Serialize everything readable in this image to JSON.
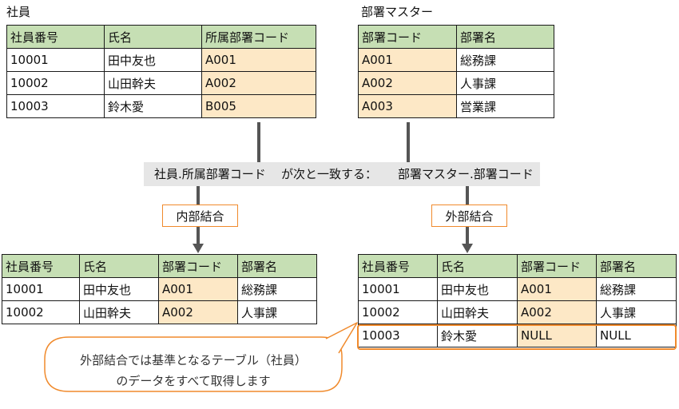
{
  "employee": {
    "title": "社員",
    "headers": [
      "社員番号",
      "氏名",
      "所属部署コード"
    ],
    "rows": [
      [
        "10001",
        "田中友也",
        "A001"
      ],
      [
        "10002",
        "山田幹夫",
        "A002"
      ],
      [
        "10003",
        "鈴木愛",
        "B005"
      ]
    ]
  },
  "dept_master": {
    "title": "部署マスター",
    "headers": [
      "部署コード",
      "部署名"
    ],
    "rows": [
      [
        "A001",
        "総務課"
      ],
      [
        "A002",
        "人事課"
      ],
      [
        "A003",
        "営業課"
      ]
    ]
  },
  "join_condition": {
    "left": "社員.所属部署コード",
    "middle": "が次と一致する：",
    "right": "部署マスター.部署コード"
  },
  "inner_join": {
    "label": "内部結合",
    "headers": [
      "社員番号",
      "氏名",
      "部署コード",
      "部署名"
    ],
    "rows": [
      [
        "10001",
        "田中友也",
        "A001",
        "総務課"
      ],
      [
        "10002",
        "山田幹夫",
        "A002",
        "人事課"
      ]
    ]
  },
  "outer_join": {
    "label": "外部結合",
    "headers": [
      "社員番号",
      "氏名",
      "部署コード",
      "部署名"
    ],
    "rows": [
      [
        "10001",
        "田中友也",
        "A001",
        "総務課"
      ],
      [
        "10002",
        "山田幹夫",
        "A002",
        "人事課"
      ],
      [
        "10003",
        "鈴木愛",
        "NULL",
        "NULL"
      ]
    ]
  },
  "callout": {
    "line1": "外部結合では基準となるテーブル（社員）",
    "line2": "のデータをすべて取得します"
  },
  "colors": {
    "header_green": "#c6dfb4",
    "key_highlight": "#fde8c6",
    "accent_orange": "#f08a2c"
  }
}
